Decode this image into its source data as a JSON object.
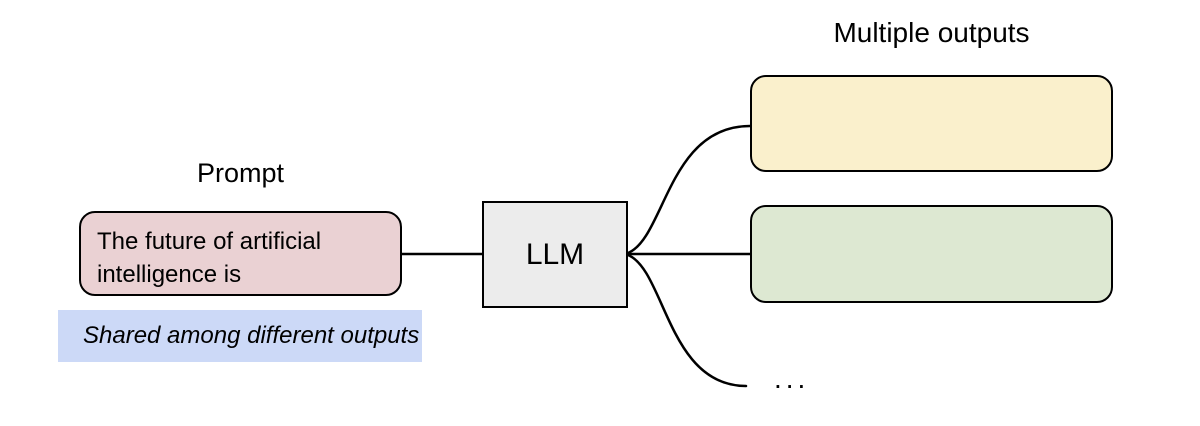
{
  "prompt": {
    "label": "Prompt",
    "text": "The future of artificial intelligence is",
    "note": "Shared among different outputs"
  },
  "llm": {
    "label": "LLM"
  },
  "outputs": {
    "label": "Multiple outputs",
    "ellipsis": "...",
    "boxes": [
      {
        "name": "output-1",
        "fill": "#faf0cc"
      },
      {
        "name": "output-2",
        "fill": "#dde8d2"
      }
    ]
  },
  "colors": {
    "prompt_fill": "#ead1d3",
    "note_fill": "#ccd9f7",
    "llm_fill": "#ececec",
    "stroke": "#000000"
  }
}
